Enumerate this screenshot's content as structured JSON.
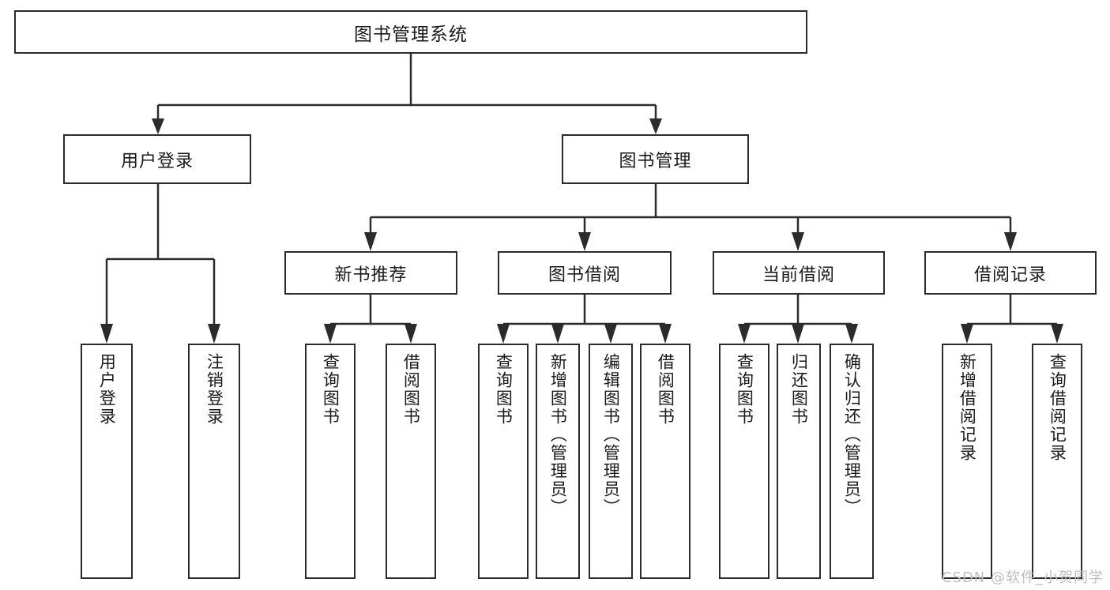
{
  "title": "图书管理系统",
  "watermark": "CSDN @软件_小贺同学",
  "colors": {
    "stroke": "#2b2b2b",
    "background": "#ffffff",
    "text": "#1a1a1a",
    "watermark": "#bfbfbf"
  },
  "diagram": {
    "type": "tree",
    "root": {
      "label": "图书管理系统"
    },
    "level2": [
      {
        "label": "用户登录"
      },
      {
        "label": "图书管理"
      }
    ],
    "level3": [
      {
        "label": "新书推荐"
      },
      {
        "label": "图书借阅"
      },
      {
        "label": "当前借阅"
      },
      {
        "label": "借阅记录"
      }
    ],
    "leaves": {
      "user_login": [
        {
          "label": "用户登录"
        },
        {
          "label": "注销登录"
        }
      ],
      "new_book_recommend": [
        {
          "label": "查询图书"
        },
        {
          "label": "借阅图书"
        }
      ],
      "book_borrow": [
        {
          "label": "查询图书"
        },
        {
          "label": "新增图书（管理员）"
        },
        {
          "label": "编辑图书（管理员）"
        },
        {
          "label": "借阅图书"
        }
      ],
      "current_borrow": [
        {
          "label": "查询图书"
        },
        {
          "label": "归还图书"
        },
        {
          "label": "确认归还（管理员）"
        }
      ],
      "borrow_record": [
        {
          "label": "新增借阅记录"
        },
        {
          "label": "查询借阅记录"
        }
      ]
    }
  }
}
